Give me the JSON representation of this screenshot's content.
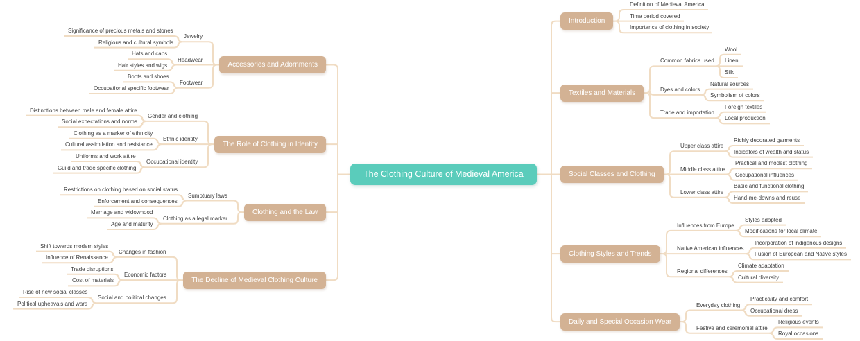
{
  "root": {
    "label": "The Clothing Culture of Medieval America"
  },
  "colors": {
    "root_bg": "#5accbb",
    "branch_bg": "#d3b294",
    "connector": "#f0dcc3",
    "leaf_text": "#3d3d3d",
    "node_text": "#ffffff",
    "background": "#ffffff"
  },
  "right_branches": [
    {
      "label": "Introduction",
      "topics": [
        {
          "label": "Definition of Medieval America",
          "subtopics": []
        },
        {
          "label": "Time period covered",
          "subtopics": []
        },
        {
          "label": "Importance of clothing in society",
          "subtopics": []
        }
      ]
    },
    {
      "label": "Textiles and Materials",
      "topics": [
        {
          "label": "Common fabrics used",
          "subtopics": [
            {
              "label": "Wool"
            },
            {
              "label": "Linen"
            },
            {
              "label": "Silk"
            }
          ]
        },
        {
          "label": "Dyes and colors",
          "subtopics": [
            {
              "label": "Natural sources"
            },
            {
              "label": "Symbolism of colors"
            }
          ]
        },
        {
          "label": "Trade and importation",
          "subtopics": [
            {
              "label": "Foreign textiles"
            },
            {
              "label": "Local production"
            }
          ]
        }
      ]
    },
    {
      "label": "Social Classes and Clothing",
      "topics": [
        {
          "label": "Upper class attire",
          "subtopics": [
            {
              "label": "Richly decorated garments"
            },
            {
              "label": "Indicators of wealth and status"
            }
          ]
        },
        {
          "label": "Middle class attire",
          "subtopics": [
            {
              "label": "Practical and modest clothing"
            },
            {
              "label": "Occupational influences"
            }
          ]
        },
        {
          "label": "Lower class attire",
          "subtopics": [
            {
              "label": "Basic and functional clothing"
            },
            {
              "label": "Hand-me-downs and reuse"
            }
          ]
        }
      ]
    },
    {
      "label": "Clothing Styles and Trends",
      "topics": [
        {
          "label": "Influences from Europe",
          "subtopics": [
            {
              "label": "Styles adopted"
            },
            {
              "label": "Modifications for local climate"
            }
          ]
        },
        {
          "label": "Native American influences",
          "subtopics": [
            {
              "label": "Incorporation of indigenous designs"
            },
            {
              "label": "Fusion of European and Native styles"
            }
          ]
        },
        {
          "label": "Regional differences",
          "subtopics": [
            {
              "label": "Climate adaptation"
            },
            {
              "label": "Cultural diversity"
            }
          ]
        }
      ]
    },
    {
      "label": "Daily and Special Occasion Wear",
      "topics": [
        {
          "label": "Everyday clothing",
          "subtopics": [
            {
              "label": "Practicality and comfort"
            },
            {
              "label": "Occupational dress"
            }
          ]
        },
        {
          "label": "Festive and ceremonial attire",
          "subtopics": [
            {
              "label": "Religious events"
            },
            {
              "label": "Royal occasions"
            }
          ]
        }
      ]
    }
  ],
  "left_branches": [
    {
      "label": "Accessories and Adornments",
      "topics": [
        {
          "label": "Jewelry",
          "subtopics": [
            {
              "label": "Significance of precious metals and stones"
            },
            {
              "label": "Religious and cultural symbols"
            }
          ]
        },
        {
          "label": "Headwear",
          "subtopics": [
            {
              "label": "Hats and caps"
            },
            {
              "label": "Hair styles and wigs"
            }
          ]
        },
        {
          "label": "Footwear",
          "subtopics": [
            {
              "label": "Boots and shoes"
            },
            {
              "label": "Occupational specific footwear"
            }
          ]
        }
      ]
    },
    {
      "label": "The Role of Clothing in Identity",
      "topics": [
        {
          "label": "Gender and clothing",
          "subtopics": [
            {
              "label": "Distinctions between male and female attire"
            },
            {
              "label": "Social expectations and norms"
            }
          ]
        },
        {
          "label": "Ethnic identity",
          "subtopics": [
            {
              "label": "Clothing as a marker of ethnicity"
            },
            {
              "label": "Cultural assimilation and resistance"
            }
          ]
        },
        {
          "label": "Occupational identity",
          "subtopics": [
            {
              "label": "Uniforms and work attire"
            },
            {
              "label": "Guild and trade specific clothing"
            }
          ]
        }
      ]
    },
    {
      "label": "Clothing and the Law",
      "topics": [
        {
          "label": "Sumptuary laws",
          "subtopics": [
            {
              "label": "Restrictions on clothing based on social status"
            },
            {
              "label": "Enforcement and consequences"
            }
          ]
        },
        {
          "label": "Clothing as a legal marker",
          "subtopics": [
            {
              "label": "Marriage and widowhood"
            },
            {
              "label": "Age and maturity"
            }
          ]
        }
      ]
    },
    {
      "label": "The Decline of Medieval Clothing Culture",
      "topics": [
        {
          "label": "Changes in fashion",
          "subtopics": [
            {
              "label": "Shift towards modern styles"
            },
            {
              "label": "Influence of Renaissance"
            }
          ]
        },
        {
          "label": "Economic factors",
          "subtopics": [
            {
              "label": "Trade disruptions"
            },
            {
              "label": "Cost of materials"
            }
          ]
        },
        {
          "label": "Social and political changes",
          "subtopics": [
            {
              "label": "Rise of new social classes"
            },
            {
              "label": "Political upheavals and wars"
            }
          ]
        }
      ]
    }
  ]
}
